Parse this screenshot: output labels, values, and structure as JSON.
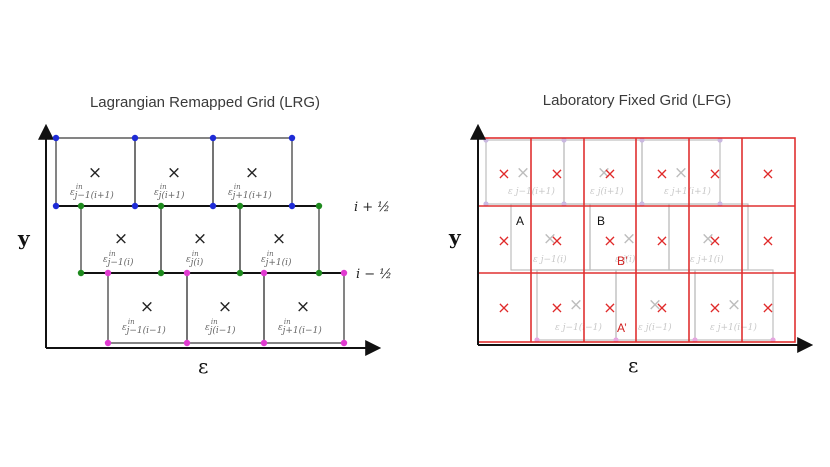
{
  "left_panel": {
    "title": "Lagrangian Remapped Grid (LRG)",
    "y_axis_label": "y",
    "x_axis_label": "ε",
    "row_labels": {
      "upper": "i + ½",
      "lower": "i − ½"
    },
    "cross_symbol": "×",
    "cells": {
      "top": [
        {
          "base": "ε",
          "sup": "in",
          "sub": "j−1(i+1)"
        },
        {
          "base": "ε",
          "sup": "in",
          "sub": "j(i+1)"
        },
        {
          "base": "ε",
          "sup": "in",
          "sub": "j+1(i+1)"
        }
      ],
      "middle": [
        {
          "base": "ε",
          "sup": "in",
          "sub": "j−1(i)"
        },
        {
          "base": "ε",
          "sup": "in",
          "sub": "j(i)"
        },
        {
          "base": "ε",
          "sup": "in",
          "sub": "j+1(i)"
        }
      ],
      "bottom": [
        {
          "base": "ε",
          "sup": "in",
          "sub": "j−1(i−1)"
        },
        {
          "base": "ε",
          "sup": "in",
          "sub": "j(i−1)"
        },
        {
          "base": "ε",
          "sup": "in",
          "sub": "j+1(i−1)"
        }
      ]
    },
    "colors": {
      "top_nodes": "#1e2bd6",
      "middle_nodes": "#1e8a1e",
      "bottom_nodes": "#e03ad0",
      "grid": "#333333"
    }
  },
  "right_panel": {
    "title": "Laboratory Fixed Grid (LFG)",
    "y_axis_label": "y",
    "x_axis_label": "ε",
    "point_labels": {
      "A": "A",
      "B": "B",
      "B_prime": "B’",
      "A_prime": "A’"
    },
    "cross_symbol": "×",
    "ghost_labels": {
      "top": [
        "ε j−1(i+1)",
        "ε j(i+1)",
        "ε j+1(i+1)"
      ],
      "middle": [
        "ε j−1(i)",
        "ε j(i)",
        "ε j+1(i)"
      ],
      "bottom": [
        "ε j−1(i−1)",
        "ε j(i−1)",
        "ε j+1(i−1)"
      ]
    },
    "colors": {
      "fixed_grid": "#e03030",
      "ghost": "#c0c0c0"
    }
  }
}
